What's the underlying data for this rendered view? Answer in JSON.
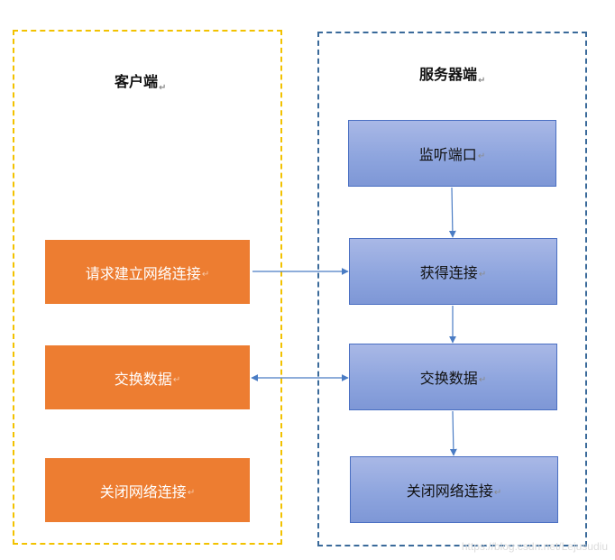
{
  "client": {
    "title": "客户端",
    "steps": [
      "请求建立网络连接",
      "交换数据",
      "关闭网络连接"
    ]
  },
  "server": {
    "title": "服务器端",
    "steps": [
      "监听端口",
      "获得连接",
      "交换数据",
      "关闭网络连接"
    ]
  },
  "paragraph_mark": "↵",
  "watermark": "https://blog.csdn.net/Lejusudiu",
  "colors": {
    "client_frame": "#f2c200",
    "server_frame": "#3a6a9a",
    "client_box": "#ed7d31",
    "server_box": "#8ea5de",
    "arrow": "#4a7cc4"
  }
}
